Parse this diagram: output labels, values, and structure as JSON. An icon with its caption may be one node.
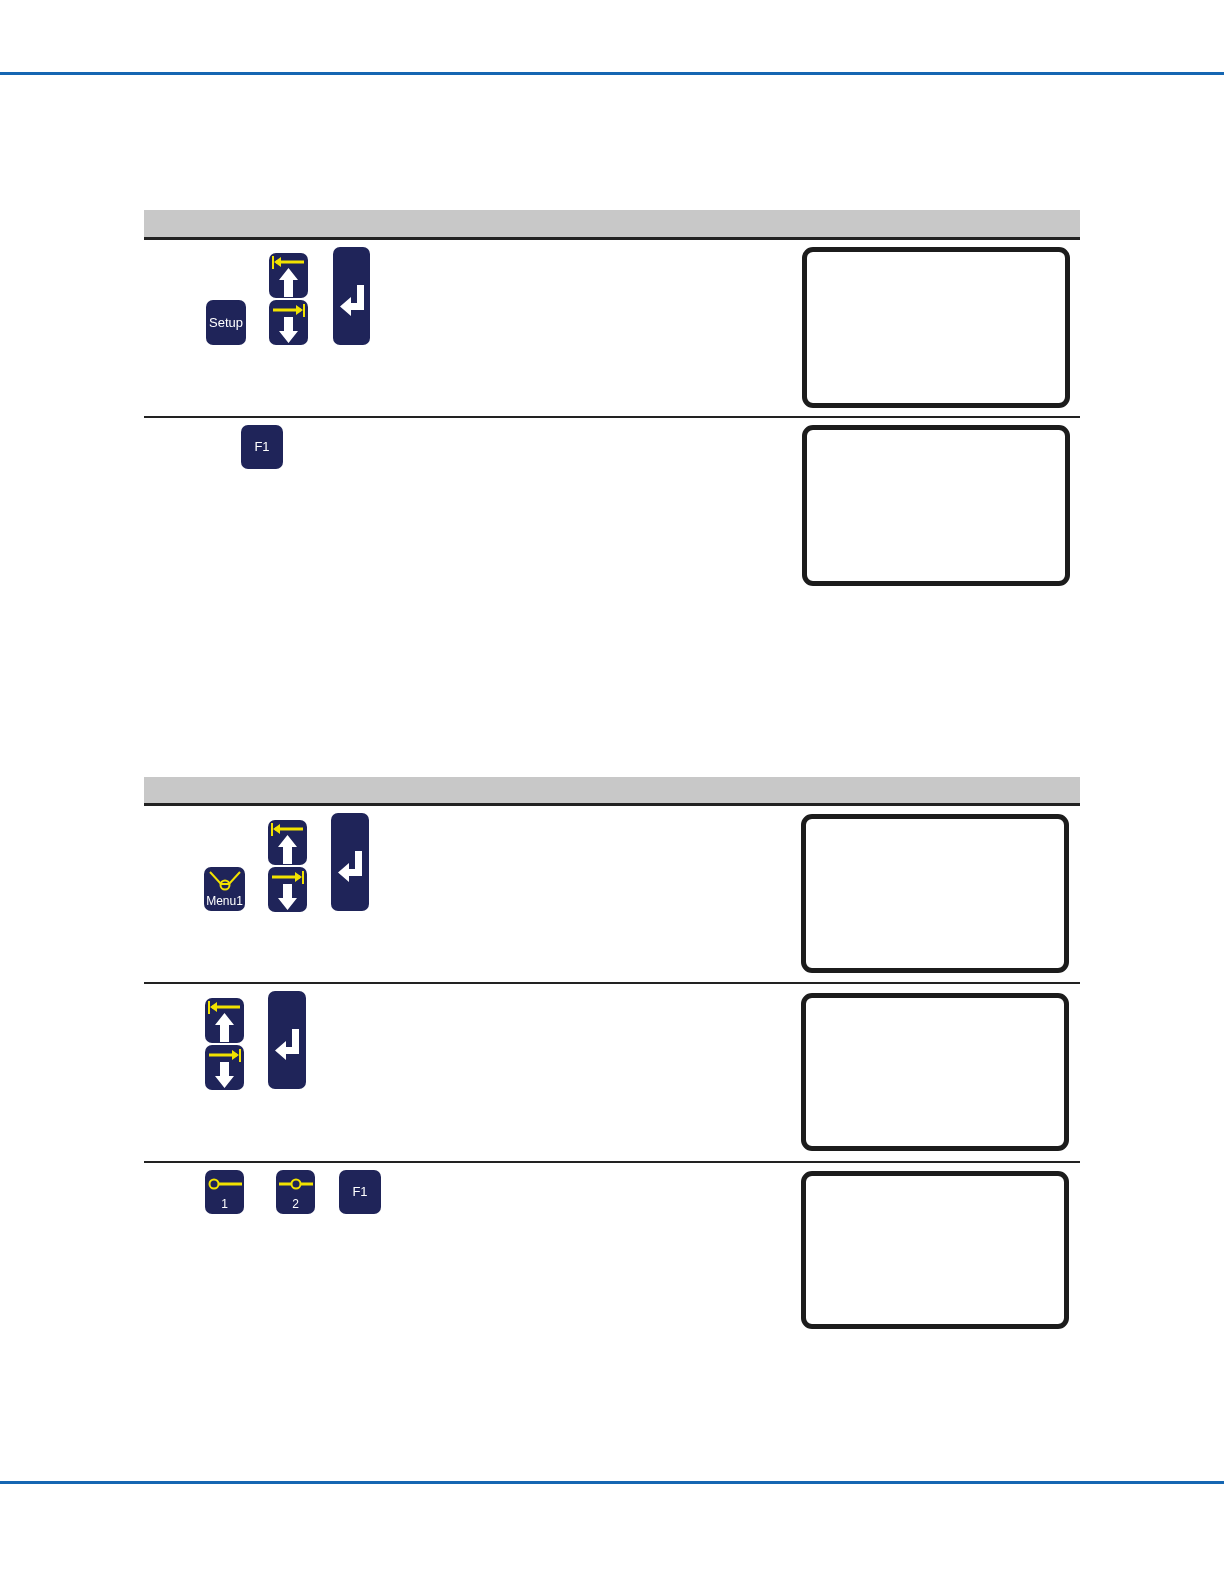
{
  "diagram": {
    "nodes": [
      {
        "text": [
          "Setup"
        ]
      },
      {
        "text": [],
        "shape": "box"
      },
      {
        "text": [
          "F1"
        ]
      },
      {
        "text": [],
        "shape": "box"
      },
      {
        "text": [
          "Menu1"
        ]
      },
      {
        "text": [],
        "shape": "box"
      },
      {
        "text": [],
        "shape": "box"
      },
      {
        "text": [
          "1"
        ]
      },
      {
        "text": [
          "2"
        ]
      },
      {
        "text": [
          "F1"
        ]
      },
      {
        "text": [],
        "shape": "box"
      }
    ]
  }
}
